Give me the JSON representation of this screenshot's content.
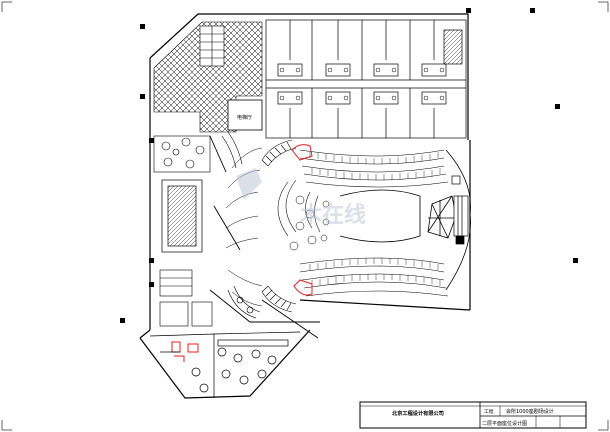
{
  "drawing": {
    "room_label": "电梯厅",
    "watermark_text": "木在线",
    "title_block": {
      "company": "北京工程设计有限公司",
      "project_tag": "工程",
      "project_name": "会所1000座剧场设计",
      "drawing_name": "二层平面座位设计图"
    }
  },
  "colors": {
    "line": "#000000",
    "accent": "#e02020",
    "watermark": "#bcc6d6"
  }
}
